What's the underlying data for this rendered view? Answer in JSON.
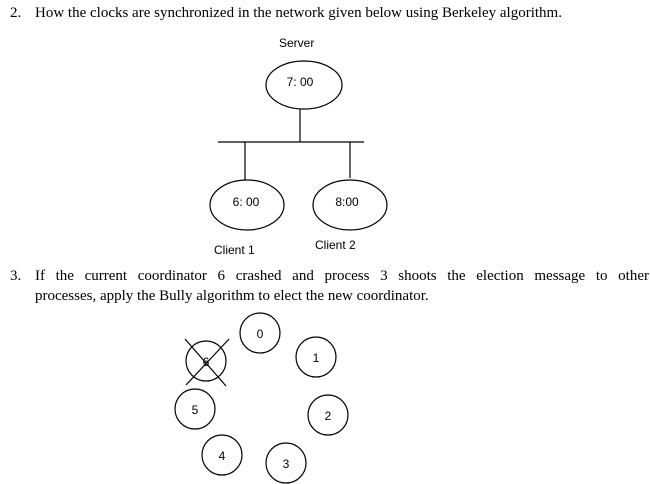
{
  "question2": {
    "number": "2.",
    "text": "How the clocks are synchronized in the network given below using Berkeley algorithm."
  },
  "berkeley_diagram": {
    "server_label": "Server",
    "server_time": "7: 00",
    "client1_time": "6: 00",
    "client2_time": "8:00",
    "client1_label": "Client 1",
    "client2_label": "Client 2"
  },
  "question3": {
    "number": "3.",
    "line1": "If the current coordinator 6 crashed and process 3 shoots the election message to other",
    "line2": "processes, apply the Bully algorithm to elect the new coordinator."
  },
  "bully_diagram": {
    "processes": [
      "0",
      "1",
      "2",
      "3",
      "4",
      "5",
      "6"
    ],
    "crashed_process": "6"
  }
}
